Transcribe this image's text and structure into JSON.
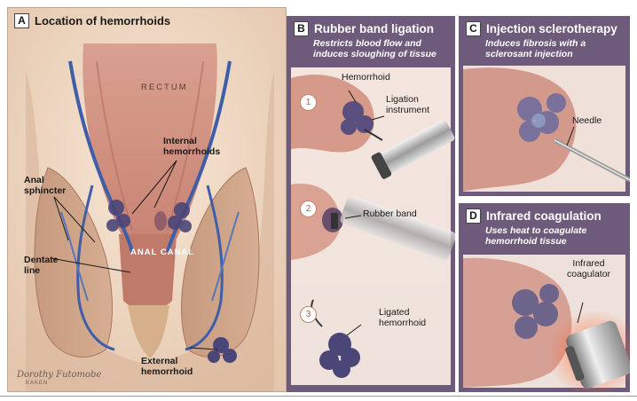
{
  "panel_a": {
    "letter": "A",
    "title": "Location of hemorrhoids",
    "labels": {
      "rectum": "RECTUM",
      "internal": "Internal\nhemorrhoids",
      "anal_sphincter": "Anal\nsphincter",
      "anal_canal": "ANAL CANAL",
      "dentate": "Dentate\nline",
      "external": "External\nhemorrhoid"
    },
    "signature": "Dorothy Futomobe",
    "signature_small": "KAKEN"
  },
  "panel_b": {
    "letter": "B",
    "title": "Rubber band ligation",
    "subtitle": "Restricts blood flow and\ninduces sloughing of tissue",
    "steps": [
      "1",
      "2",
      "3"
    ],
    "labels": {
      "hemorrhoid": "Hemorrhoid",
      "instrument": "Ligation\ninstrument",
      "rubber_band": "Rubber band",
      "ligated": "Ligated\nhemorrhoid"
    }
  },
  "panel_c": {
    "letter": "C",
    "title": "Injection sclerotherapy",
    "subtitle": "Induces fibrosis with a\nsclerosant injection",
    "labels": {
      "needle": "Needle"
    }
  },
  "panel_d": {
    "letter": "D",
    "title": "Infrared coagulation",
    "subtitle": "Uses heat to coagulate\nhemorrhoid tissue",
    "labels": {
      "coagulator": "Infrared\ncoagulator"
    }
  },
  "colors": {
    "panel_border": "#6e5a7a",
    "tissue": "#d9a089",
    "vein": "#3e5ea8",
    "hemorrhoid": "#4a4678"
  }
}
